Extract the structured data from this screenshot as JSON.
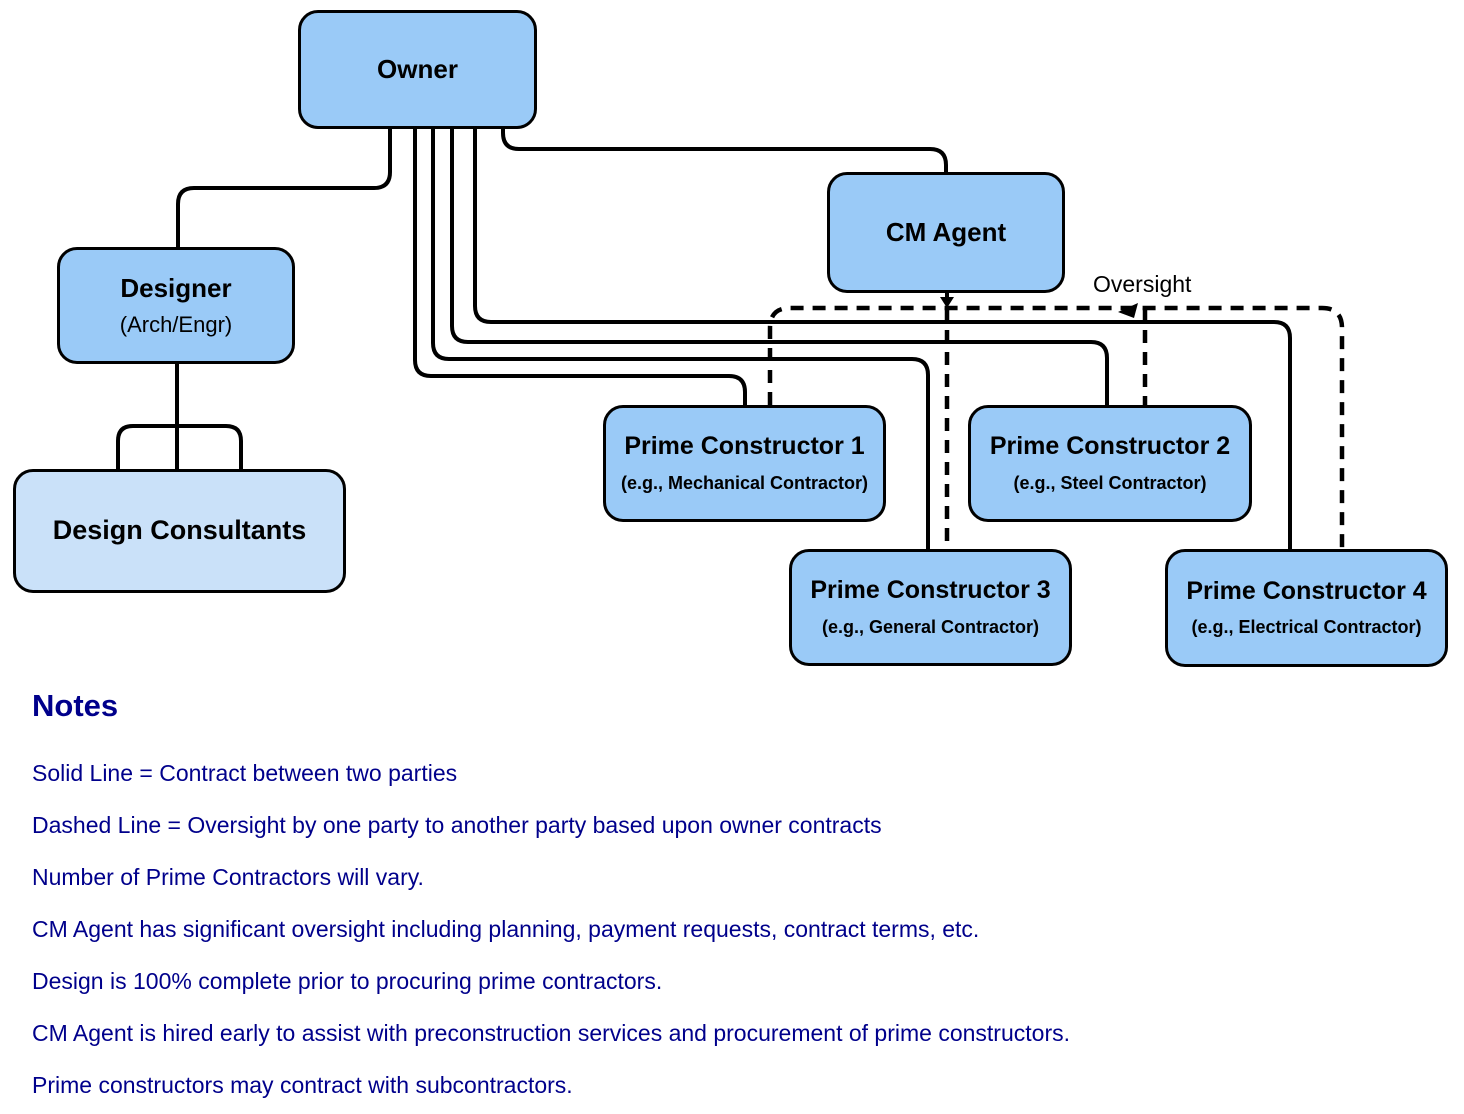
{
  "diagram": {
    "nodes": {
      "owner": {
        "label": "Owner"
      },
      "designer": {
        "label": "Designer",
        "sublabel": "(Arch/Engr)"
      },
      "design_consultants": {
        "label": "Design Consultants"
      },
      "cm_agent": {
        "label": "CM Agent"
      },
      "pc1": {
        "label": "Prime Constructor 1",
        "sublabel": "(e.g., Mechanical Contractor)"
      },
      "pc2": {
        "label": "Prime Constructor 2",
        "sublabel": "(e.g., Steel Contractor)"
      },
      "pc3": {
        "label": "Prime Constructor 3",
        "sublabel": "(e.g., General Contractor)"
      },
      "pc4": {
        "label": "Prime Constructor 4",
        "sublabel": "(e.g., Electrical Contractor)"
      }
    },
    "annotations": {
      "oversight": "Oversight"
    },
    "colors": {
      "node_fill": "#9ACAF7",
      "consultants_fill": "#CAE1F9",
      "line": "#000000",
      "notes_text": "#00008B"
    }
  },
  "notes": {
    "title": "Notes",
    "items": [
      "Solid Line = Contract between two parties",
      "Dashed Line = Oversight by one party to another party based upon owner contracts",
      "Number of Prime Contractors will vary.",
      "CM Agent has significant oversight including planning, payment requests, contract terms, etc.",
      "Design is 100% complete prior to procuring prime contractors.",
      "CM Agent is hired early to assist with preconstruction services and procurement of prime constructors.",
      "Prime constructors may contract with subcontractors."
    ]
  }
}
